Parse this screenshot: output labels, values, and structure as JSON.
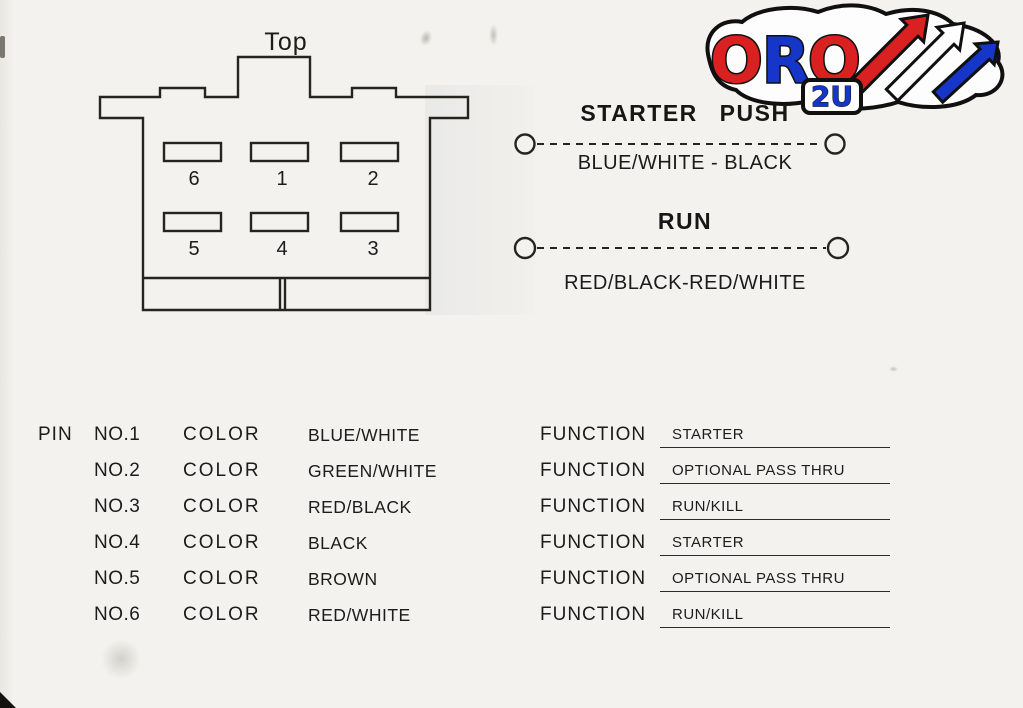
{
  "connector": {
    "top_label": "Top",
    "pins_row1": [
      "6",
      "1",
      "2"
    ],
    "pins_row2": [
      "5",
      "4",
      "3"
    ]
  },
  "logo": {
    "o1": "O",
    "r": "R",
    "o2": "O",
    "badge": "2U",
    "colors": {
      "red": "#d92121",
      "blue": "#1536c8",
      "outline": "#101010"
    }
  },
  "circuits": [
    {
      "title": "STARTER PUSH",
      "wires": "BLUE/WHITE - BLACK"
    },
    {
      "title": "RUN",
      "wires": "RED/BLACK-RED/WHITE"
    }
  ],
  "pin_table": {
    "pin_header": "PIN",
    "color_label": "COLOR",
    "function_label": "FUNCTION",
    "rows": [
      {
        "no": "NO.1",
        "color": "BLUE/WHITE",
        "function": "STARTER"
      },
      {
        "no": "NO.2",
        "color": "GREEN/WHITE",
        "function": "OPTIONAL PASS THRU"
      },
      {
        "no": "NO.3",
        "color": "RED/BLACK",
        "function": "RUN/KILL"
      },
      {
        "no": "NO.4",
        "color": "BLACK",
        "function": "STARTER"
      },
      {
        "no": "NO.5",
        "color": "BROWN",
        "function": "OPTIONAL PASS THRU"
      },
      {
        "no": "NO.6",
        "color": "RED/WHITE",
        "function": "RUN/KILL"
      }
    ]
  }
}
